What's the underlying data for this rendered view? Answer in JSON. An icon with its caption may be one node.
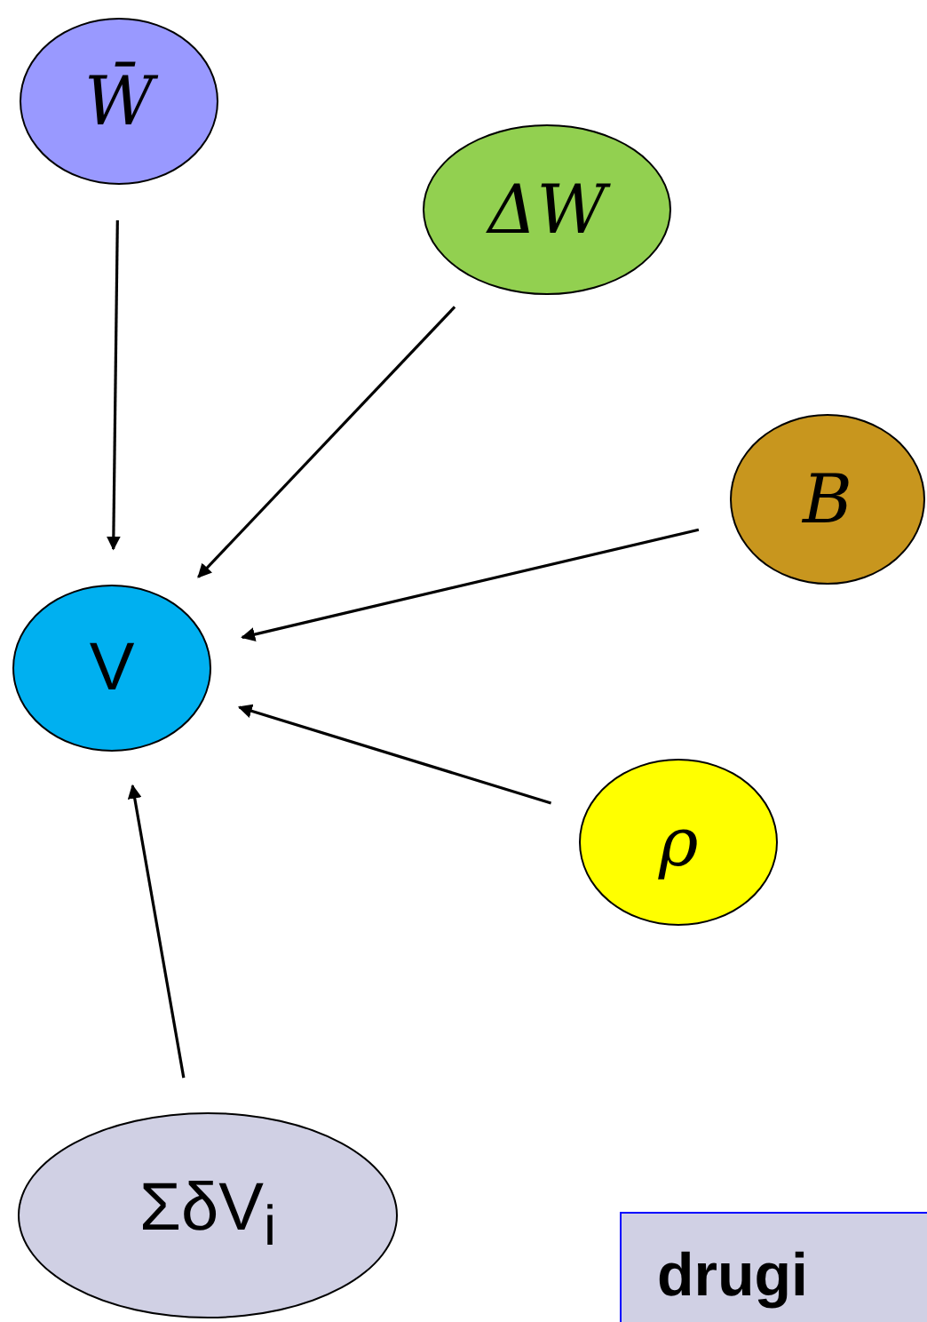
{
  "diagram": {
    "nodes": [
      {
        "text": [
          "W̄"
        ]
      },
      {
        "text": [
          "ΔW"
        ]
      },
      {
        "text": [
          "B"
        ]
      },
      {
        "text": [
          "V"
        ]
      },
      {
        "text": [
          "ρ"
        ]
      },
      {
        "text": [
          "ΣδV$_{i}$"
        ]
      },
      {
        "text": [
          "drugi"
        ]
      }
    ],
    "edges": [
      {
        "from": 0,
        "to": 3,
        "arrow": "to"
      },
      {
        "from": 1,
        "to": 3,
        "arrow": "to"
      },
      {
        "from": 2,
        "to": 3,
        "arrow": "to"
      },
      {
        "from": 4,
        "to": 3,
        "arrow": "to"
      },
      {
        "from": 5,
        "to": 3,
        "arrow": "to"
      }
    ]
  }
}
